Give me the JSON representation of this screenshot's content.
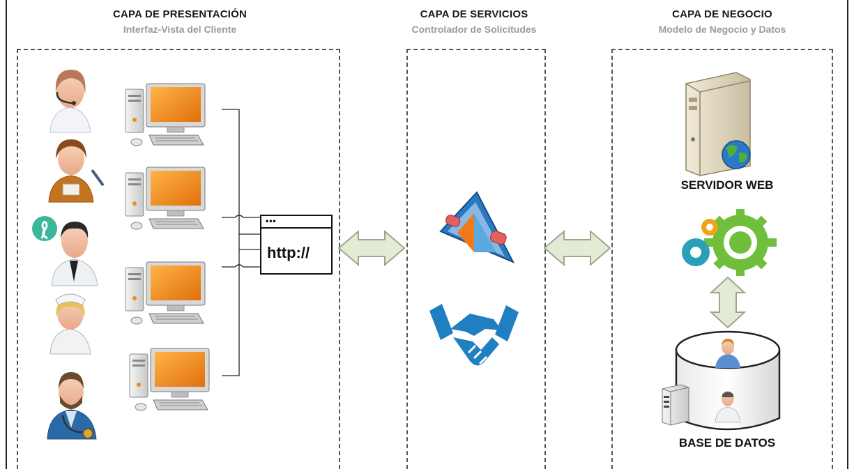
{
  "columns": [
    {
      "title": "CAPA DE PRESENTACIÓN",
      "subtitle": "Interfaz-Vista del Cliente"
    },
    {
      "title": "CAPA DE SERVICIOS",
      "subtitle": "Controlador de Solicitudes"
    },
    {
      "title": "CAPA DE NEGOCIO",
      "subtitle": "Modelo de Negocio y Datos"
    }
  ],
  "browser": {
    "dots": "•••",
    "url": "http://"
  },
  "business": {
    "web_server_label": "SERVIDOR WEB",
    "database_label": "BASE DE DATOS"
  },
  "users": [
    {
      "icon": "operator-headset-icon"
    },
    {
      "icon": "receptionist-icon"
    },
    {
      "icon": "doctor-ribbon-icon"
    },
    {
      "icon": "nurse-icon"
    },
    {
      "icon": "doctor-stethoscope-icon"
    }
  ],
  "colors": {
    "monitor": "#f08a1c",
    "arrow_fill": "#e3ebd5",
    "arrow_stroke": "#9aa88a",
    "gear_green": "#6fbf3d",
    "gear_teal": "#2aa0b8",
    "handshake": "#1f7fc1"
  }
}
